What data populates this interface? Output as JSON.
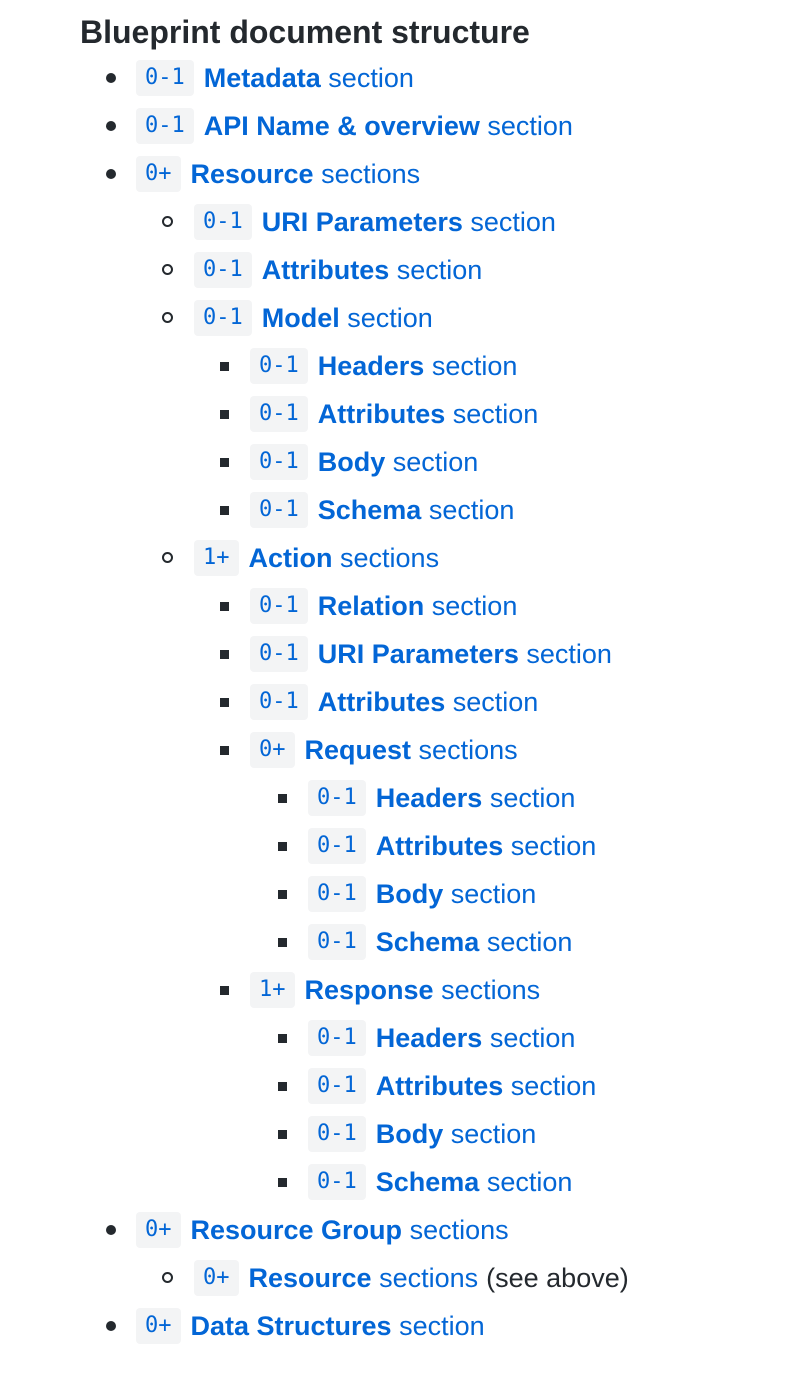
{
  "page_title": "Blueprint document structure",
  "suffixes": {
    "section": "section",
    "sections": "sections"
  },
  "items": [
    {
      "badge": "0-1",
      "name": "Metadata",
      "suffix": "section"
    },
    {
      "badge": "0-1",
      "name": "API Name & overview",
      "suffix": "section"
    },
    {
      "badge": "0+",
      "name": "Resource",
      "suffix": "sections",
      "children": [
        {
          "badge": "0-1",
          "name": "URI Parameters",
          "suffix": "section"
        },
        {
          "badge": "0-1",
          "name": "Attributes",
          "suffix": "section"
        },
        {
          "badge": "0-1",
          "name": "Model",
          "suffix": "section",
          "children": [
            {
              "badge": "0-1",
              "name": "Headers",
              "suffix": "section"
            },
            {
              "badge": "0-1",
              "name": "Attributes",
              "suffix": "section"
            },
            {
              "badge": "0-1",
              "name": "Body",
              "suffix": "section"
            },
            {
              "badge": "0-1",
              "name": "Schema",
              "suffix": "section"
            }
          ]
        },
        {
          "badge": "1+",
          "name": "Action",
          "suffix": "sections",
          "children": [
            {
              "badge": "0-1",
              "name": "Relation",
              "suffix": "section"
            },
            {
              "badge": "0-1",
              "name": "URI Parameters",
              "suffix": "section"
            },
            {
              "badge": "0-1",
              "name": "Attributes",
              "suffix": "section"
            },
            {
              "badge": "0+",
              "name": "Request",
              "suffix": "sections",
              "children": [
                {
                  "badge": "0-1",
                  "name": "Headers",
                  "suffix": "section"
                },
                {
                  "badge": "0-1",
                  "name": "Attributes",
                  "suffix": "section"
                },
                {
                  "badge": "0-1",
                  "name": "Body",
                  "suffix": "section"
                },
                {
                  "badge": "0-1",
                  "name": "Schema",
                  "suffix": "section"
                }
              ]
            },
            {
              "badge": "1+",
              "name": "Response",
              "suffix": "sections",
              "children": [
                {
                  "badge": "0-1",
                  "name": "Headers",
                  "suffix": "section"
                },
                {
                  "badge": "0-1",
                  "name": "Attributes",
                  "suffix": "section"
                },
                {
                  "badge": "0-1",
                  "name": "Body",
                  "suffix": "section"
                },
                {
                  "badge": "0-1",
                  "name": "Schema",
                  "suffix": "section"
                }
              ]
            }
          ]
        }
      ]
    },
    {
      "badge": "0+",
      "name": "Resource Group",
      "suffix": "sections",
      "children": [
        {
          "badge": "0+",
          "name": "Resource",
          "suffix": "sections",
          "note": "(see above)"
        }
      ]
    },
    {
      "badge": "0+",
      "name": "Data Structures",
      "suffix": "section"
    }
  ],
  "colors": {
    "link": "#0366d6",
    "text": "#24292e",
    "badge_bg": "#f3f4f5"
  },
  "icons": {
    "level1": "filled-disc-bullet",
    "level2": "hollow-circle-bullet",
    "level3": "filled-square-bullet",
    "level4": "filled-square-bullet"
  }
}
